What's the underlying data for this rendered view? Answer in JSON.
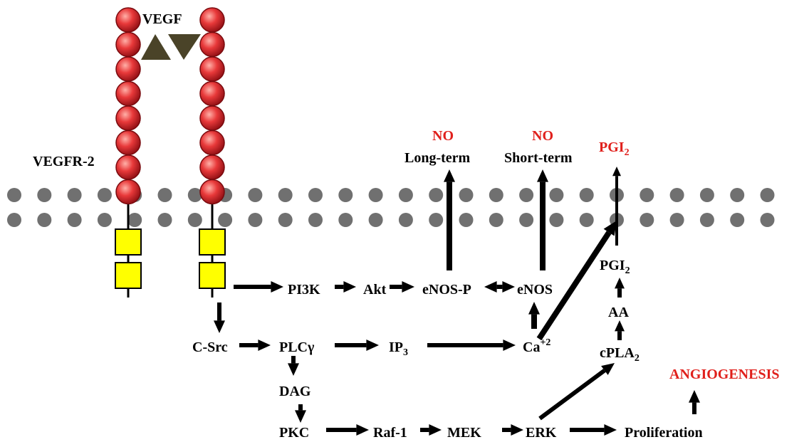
{
  "colors": {
    "text": "#000000",
    "highlight": "#e0201c",
    "membrane_dot": "#707070",
    "receptor_sphere": "#e8393a",
    "kinase_box": "#ffff00",
    "ligand": "#4a4328"
  },
  "receptor": {
    "ligand_label": "VEGF",
    "receptor_label": "VEGFR-2"
  },
  "nodes": {
    "pi3k": "PI3K",
    "akt": "Akt",
    "enos_p": "eNOS-P",
    "enos": "eNOS",
    "csrc": "C-Src",
    "plc": "PLCγ",
    "ip3": {
      "base": "IP",
      "sub": "3"
    },
    "ca": {
      "base": "Ca",
      "sup": "+2"
    },
    "dag": "DAG",
    "pkc": "PKC",
    "raf1": "Raf-1",
    "mek": "MEK",
    "erk": "ERK",
    "proliferation": "Proliferation",
    "cpla2": {
      "base": "cPLA",
      "sub": "2"
    },
    "aa": "AA",
    "pgi2_inner": {
      "base": "PGI",
      "sub": "2"
    }
  },
  "outputs": {
    "no_long_title": "NO",
    "no_long_label": "Long-term",
    "no_short_title": "NO",
    "no_short_label": "Short-term",
    "pgi2_out": {
      "base": "PGI",
      "sub": "2"
    },
    "angiogenesis": "ANGIOGENESIS"
  }
}
